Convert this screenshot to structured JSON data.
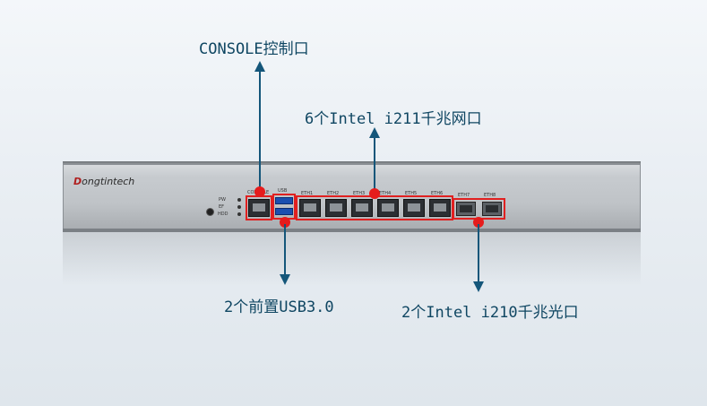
{
  "callouts": {
    "console": "CONSOLE控制口",
    "intel_i211": "6个Intel i211千兆网口",
    "usb": "2个前置USB3.0",
    "intel_i210": "2个Intel i210千兆光口"
  },
  "device": {
    "brand": "Dongtintech",
    "brand_first": "D",
    "brand_rest": "ongtintech",
    "led_labels": [
      "PW",
      "EF",
      "HDD"
    ],
    "console_port_label": "CONSOLE",
    "usb_label": "USB",
    "eth_labels": [
      "ETH1",
      "ETH2",
      "ETH3",
      "ETH4",
      "ETH5",
      "ETH6"
    ],
    "sfp_labels": [
      "ETH7",
      "ETH8"
    ]
  },
  "colors": {
    "callout_text": "#0f4662",
    "arrow": "#14567a",
    "highlight": "#e02020"
  }
}
